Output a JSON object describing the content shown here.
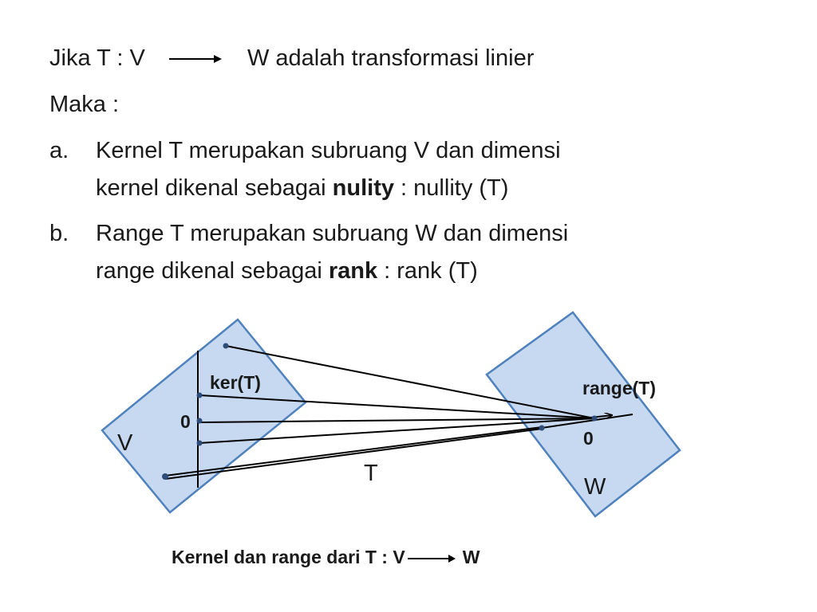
{
  "statement": {
    "line1_start": "Jika T : V",
    "line1_end": "W adalah transformasi linier",
    "line2": "Maka :"
  },
  "items": [
    {
      "marker": "a.",
      "line1": "Kernel T merupakan subruang V dan dimensi",
      "line2_pre": "kernel dikenal sebagai ",
      "line2_bold": "nulity",
      "line2_post": " : nullity (T)"
    },
    {
      "marker": "b.",
      "line1": "Range T merupakan subruang W dan dimensi",
      "line2_pre": "range dikenal sebagai ",
      "line2_bold": "rank",
      "line2_post": " : rank (T)"
    }
  ],
  "diagram": {
    "space_v_label": "V",
    "space_w_label": "W",
    "kernel_label": "ker(T)",
    "range_label": "range(T)",
    "zero_v_label": "0",
    "zero_w_label": "0",
    "map_label": "T",
    "colors": {
      "fill": "#c6d9f0",
      "stroke": "#4f81bd",
      "line": "#000000",
      "dot": "#2e4c7a"
    }
  },
  "caption": {
    "text_start": "Kernel dan range dari T : V",
    "text_end": "W"
  }
}
